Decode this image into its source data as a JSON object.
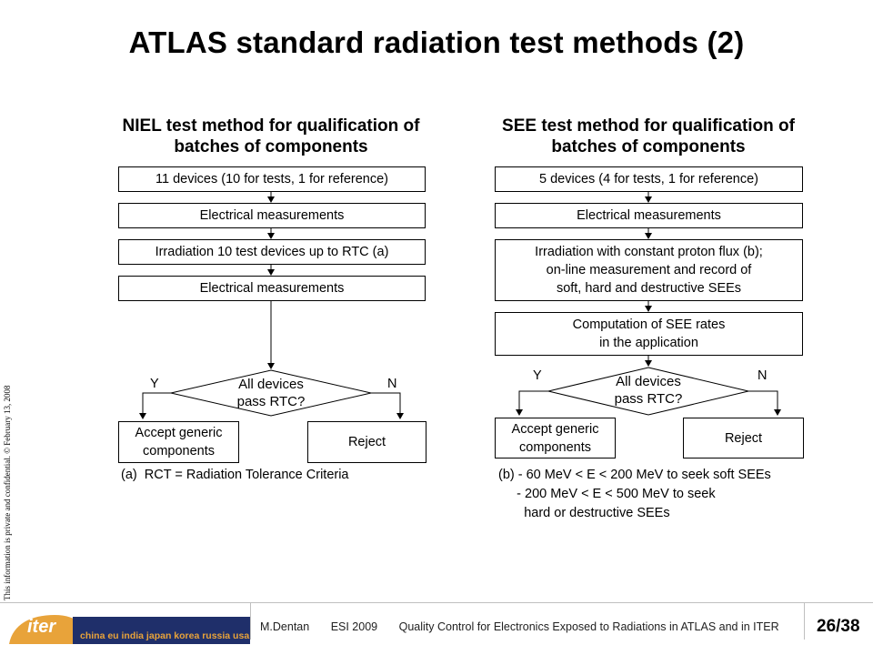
{
  "slide": {
    "title": "ATLAS standard radiation test methods (2)",
    "side_note": "This information is private and confidential. © February 13, 2008"
  },
  "niel": {
    "heading_line1": "NIEL test method for qualification of",
    "heading_line2": "batches of components",
    "steps": [
      "11 devices (10 for tests, 1 for reference)",
      "Electrical measurements",
      "Irradiation 10 test devices up to RTC (a)",
      "Electrical measurements"
    ],
    "decision_line1": "All devices",
    "decision_line2": "pass RTC?",
    "yes_label": "Y",
    "no_label": "N",
    "accept_line1": "Accept generic",
    "accept_line2": "components",
    "reject": "Reject",
    "note": "(a)  RCT = Radiation Tolerance Criteria"
  },
  "see": {
    "heading_line1": "SEE test method for qualification of",
    "heading_line2": "batches of components",
    "step1": "5 devices (4 for tests, 1 for reference)",
    "step2": "Electrical measurements",
    "step3_line1": "Irradiation with constant proton flux (b);",
    "step3_line2": "on-line measurement and record of",
    "step3_line3": "soft, hard and destructive SEEs",
    "step4_line1": "Computation of SEE rates",
    "step4_line2": "in the application",
    "decision_line1": "All devices",
    "decision_line2": "pass RTC?",
    "yes_label": "Y",
    "no_label": "N",
    "accept_line1": "Accept generic",
    "accept_line2": "components",
    "reject": "Reject",
    "note_line1": "(b) - 60 MeV < E < 200 MeV to seek soft SEEs",
    "note_line2": "     - 200 MeV < E < 500 MeV to seek",
    "note_line3": "       hard or destructive SEEs"
  },
  "footer": {
    "author": "M.Dentan",
    "event": "ESI 2009",
    "talk": "Quality Control for Electronics Exposed to Radiations in ATLAS and in ITER",
    "page": "26/38",
    "logo_word": "iter",
    "logo_tagline": "china eu india japan korea russia usa",
    "logo_color": "#e8a33a"
  }
}
